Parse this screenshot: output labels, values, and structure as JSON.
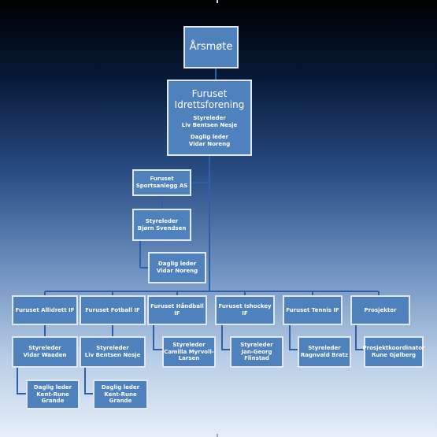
{
  "root": {
    "title": "Årsmøte"
  },
  "main": {
    "name_line1": "Furuset",
    "name_line2": "Idrettsforening",
    "role1": "Styreleder",
    "person1": "Liv Bentsen Nesje",
    "role2": "Daglig leder",
    "person2": "Vidar Noreng"
  },
  "sportsanlegg": {
    "name": "Furuset Sportsanlegg AS",
    "chair_role": "Styreleder",
    "chair_name": "Bjørn Svendsen",
    "manager_role": "Daglig leder",
    "manager_name": "Vidar Noreng"
  },
  "clubs": [
    {
      "name": "Furuset Allidrett IF",
      "role": "Styreleder",
      "person": "Vidar Waaden",
      "manager_role": "Daglig leder",
      "manager_name": "Kent-Rune Grande"
    },
    {
      "name": "Furuset Fotball IF",
      "role": "Styreleder",
      "person": "Liv Bentsen Nesje",
      "manager_role": "Daglig leder",
      "manager_name": "Kent-Rune Grande"
    },
    {
      "name": "Furuset Håndball IF",
      "role": "Styreleder",
      "person": "Camilla Myrvoll-Larsen"
    },
    {
      "name": "Furuset Ishockey IF",
      "role": "Styreleder",
      "person": "Jan-Georg Flinstad"
    },
    {
      "name": "Furuset Tennis IF",
      "role": "Styreleder",
      "person": "Ragnvald Bratz"
    },
    {
      "name": "Prosjekter",
      "role": "Prosjektkoordinator",
      "person": "Rune Gjølberg"
    }
  ]
}
